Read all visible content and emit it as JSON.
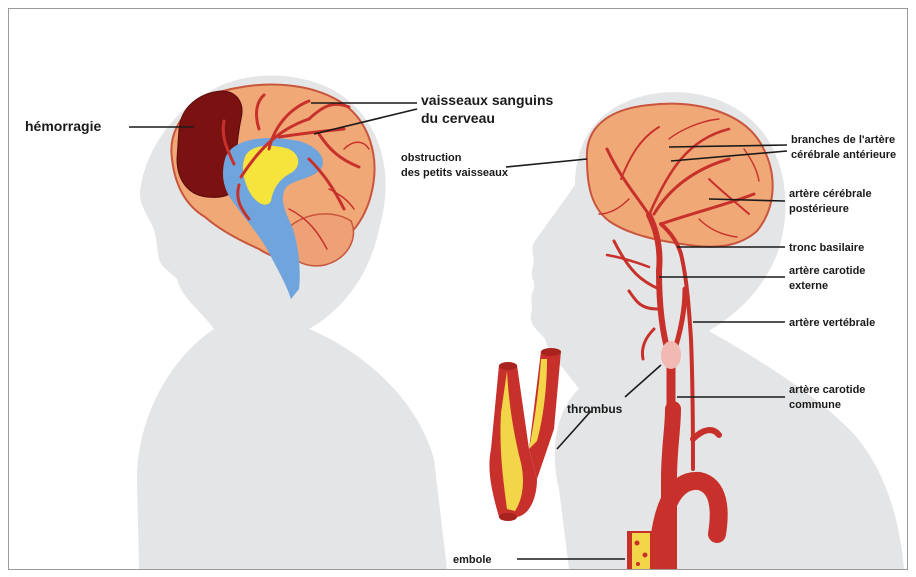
{
  "labels": {
    "hemorragie": "hémorragie",
    "vaisseaux_1": "vaisseaux sanguins",
    "vaisseaux_2": "du cerveau",
    "obstruction_1": "obstruction",
    "obstruction_2": "des petits vaisseaux",
    "branches_1": "branches de l'artère",
    "branches_2": "cérébrale antérieure",
    "posterieure_1": "artère cérébrale",
    "posterieure_2": "postérieure",
    "tronc": "tronc basilaire",
    "externe_1": "artère carotide",
    "externe_2": "externe",
    "vertebrale": "artère vertébrale",
    "thrombus": "thrombus",
    "commune_1": "artère carotide",
    "commune_2": "commune",
    "embole": "embole"
  },
  "colors": {
    "silhouette": "#e4e5e6",
    "brain": "#f0a877",
    "brain_outline": "#c9553c",
    "artery": "#c8312b",
    "hemorrhage": "#7a1212",
    "ventricle": "#f6e43c",
    "brainstem": "#6fa5dc",
    "plaque": "#f3d54a",
    "thrombus": "#f2b9b3"
  }
}
